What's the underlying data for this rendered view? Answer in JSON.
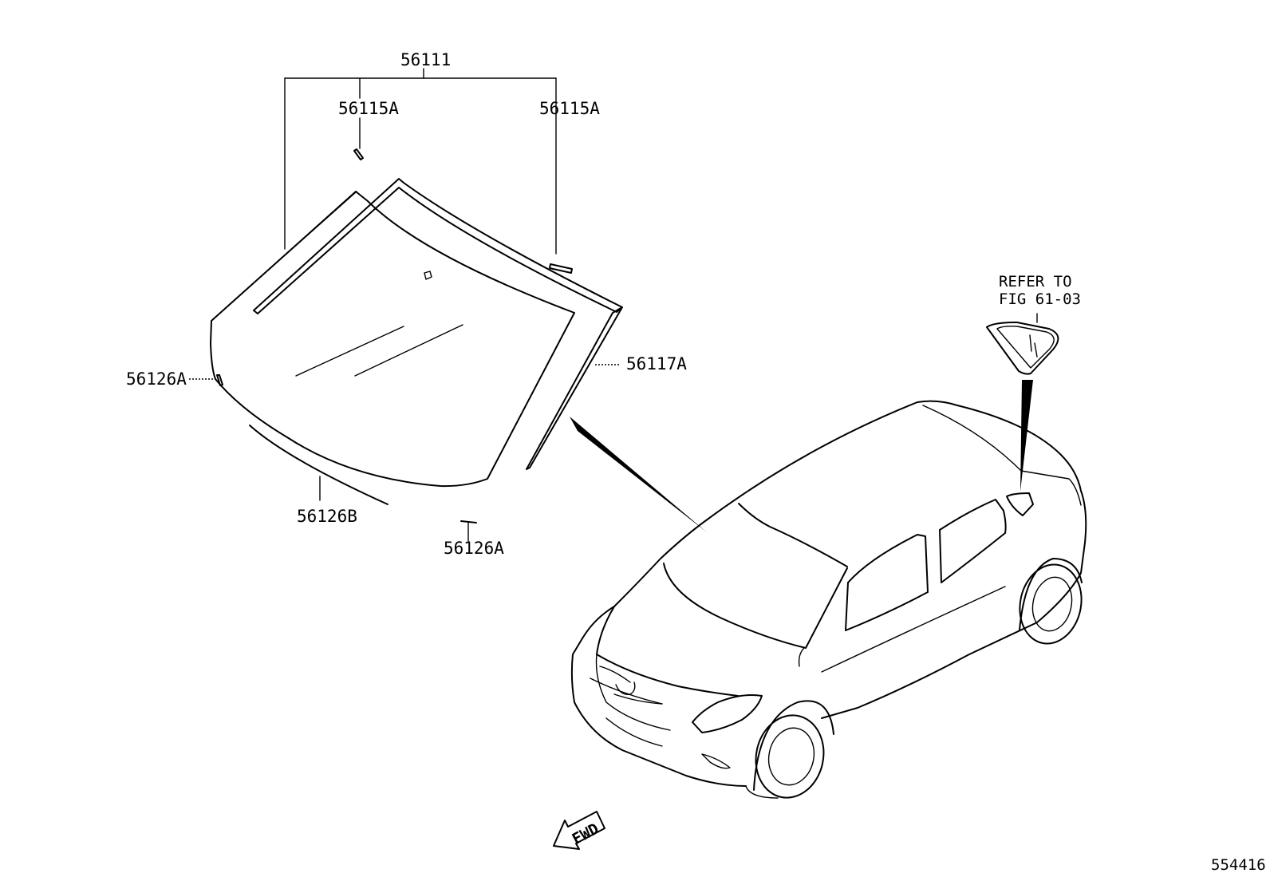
{
  "labels": {
    "windshield_assembly": "56111",
    "clip_left": "56115A",
    "clip_right": "56115A",
    "side_molding": "56117A",
    "spacer_left": "56126A",
    "lower_seal": "56126B",
    "spacer_bottom": "56126A",
    "refer_line1": "REFER TO",
    "refer_line2": "FIG 61-03",
    "fwd_arrow": "FWD",
    "figure_number": "554416"
  },
  "icons": {
    "forward_direction": "fwd-arrow-icon"
  },
  "colors": {
    "line": "#000000",
    "background": "#ffffff"
  }
}
